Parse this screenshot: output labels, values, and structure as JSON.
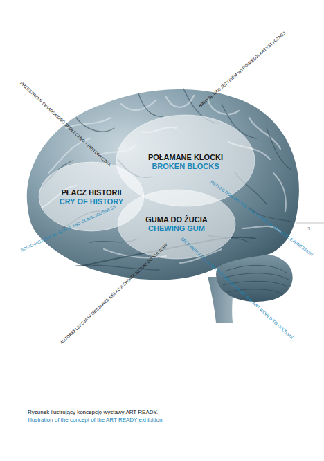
{
  "diagram": {
    "caption": "Rysunek ilustrujący koncepcję wystawy ART READY.",
    "nodes": [
      {
        "text": [
          "POŁAMANE KLOCKI",
          "BROKEN BLOCKS"
        ]
      },
      {
        "text": [
          "PŁACZ HISTORII",
          "CRY OF HISTORY"
        ]
      },
      {
        "text": [
          "GUMA DO ŻUCIA",
          "CHEWING GUM"
        ]
      }
    ],
    "labels": [
      "PRZESTRZEŃ ŚWIADOMOŚĆ SPOŁECZNO – HISTORYCZNA",
      "NAMYSŁ NAD JĘZYKIEM WYPOWIEDZI ARTYSTYCZNEJ",
      "REFLECTION ON THE LANGUAGE OF ARTISTIC EXPRESSION",
      "SOCIO-HISTORICAL SPACE AND CONSCIOUSNESS",
      "AUTOREFLEKSJA W OBSZARZE RELACJI ŚWIATA SZTUKI DO KULTURY",
      "SELF-REFLECTION ON THE RELATION OF THE ART WORLD TO CULTURE",
      "3",
      "Illustration of the concept of the ART READY exhibition."
    ]
  }
}
